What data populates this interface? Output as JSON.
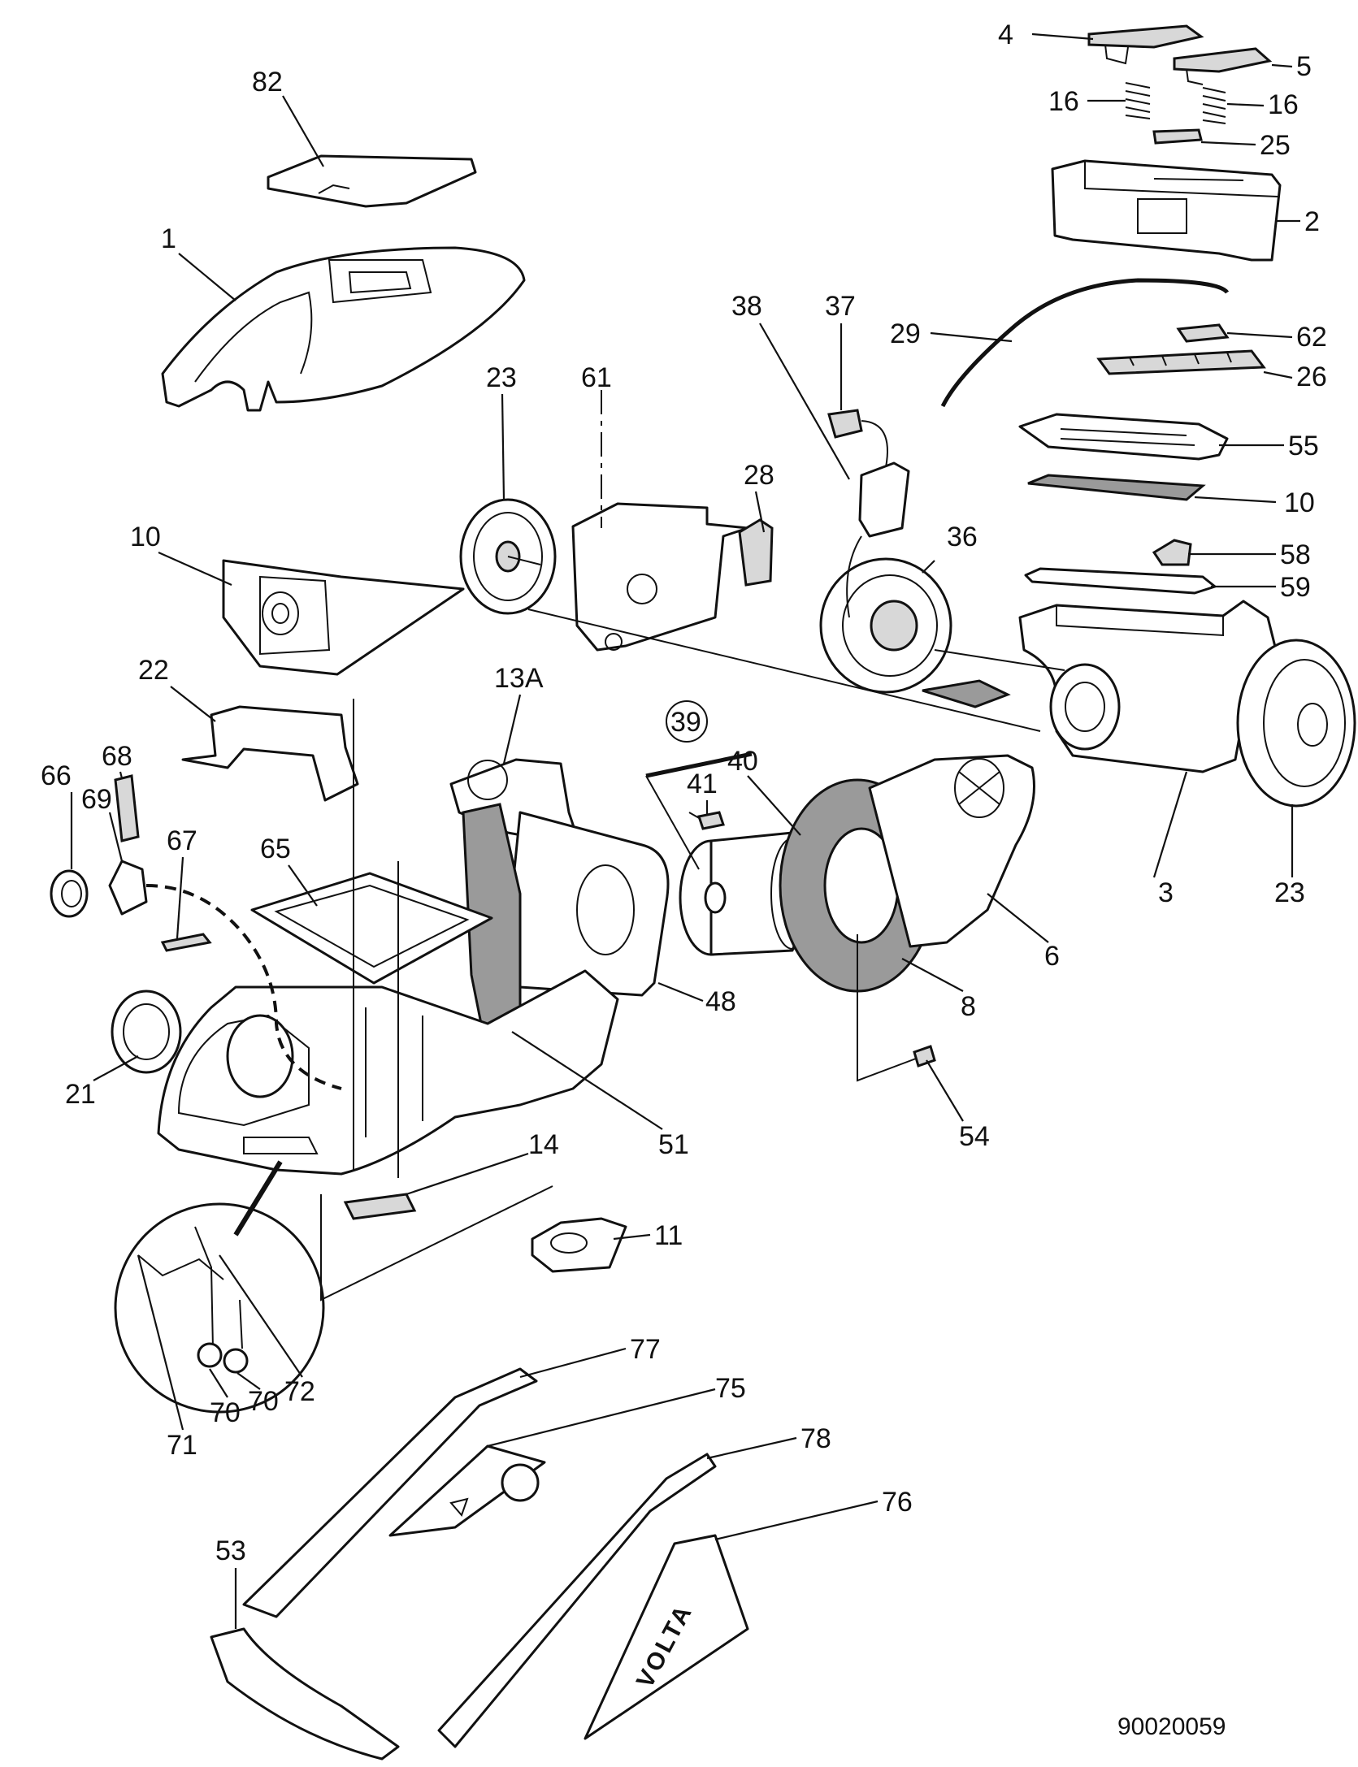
{
  "diagram": {
    "document_number": "90020059",
    "brand_marking": "VOLTA",
    "circled_label": "39",
    "callouts": [
      {
        "id": "82",
        "label": "82"
      },
      {
        "id": "1",
        "label": "1"
      },
      {
        "id": "4",
        "label": "4"
      },
      {
        "id": "5",
        "label": "5"
      },
      {
        "id": "16a",
        "label": "16"
      },
      {
        "id": "16b",
        "label": "16"
      },
      {
        "id": "25",
        "label": "25"
      },
      {
        "id": "2",
        "label": "2"
      },
      {
        "id": "37",
        "label": "37"
      },
      {
        "id": "38",
        "label": "38"
      },
      {
        "id": "29",
        "label": "29"
      },
      {
        "id": "62",
        "label": "62"
      },
      {
        "id": "26",
        "label": "26"
      },
      {
        "id": "55",
        "label": "55"
      },
      {
        "id": "10b",
        "label": "10"
      },
      {
        "id": "58",
        "label": "58"
      },
      {
        "id": "59",
        "label": "59"
      },
      {
        "id": "23a",
        "label": "23"
      },
      {
        "id": "61",
        "label": "61"
      },
      {
        "id": "28",
        "label": "28"
      },
      {
        "id": "36",
        "label": "36"
      },
      {
        "id": "10a",
        "label": "10"
      },
      {
        "id": "22",
        "label": "22"
      },
      {
        "id": "13A",
        "label": "13A"
      },
      {
        "id": "66",
        "label": "66"
      },
      {
        "id": "68",
        "label": "68"
      },
      {
        "id": "69",
        "label": "69"
      },
      {
        "id": "67",
        "label": "67"
      },
      {
        "id": "65",
        "label": "65"
      },
      {
        "id": "41",
        "label": "41"
      },
      {
        "id": "40",
        "label": "40"
      },
      {
        "id": "3",
        "label": "3"
      },
      {
        "id": "23b",
        "label": "23"
      },
      {
        "id": "6",
        "label": "6"
      },
      {
        "id": "8",
        "label": "8"
      },
      {
        "id": "48",
        "label": "48"
      },
      {
        "id": "21",
        "label": "21"
      },
      {
        "id": "51",
        "label": "51"
      },
      {
        "id": "54",
        "label": "54"
      },
      {
        "id": "14",
        "label": "14"
      },
      {
        "id": "11",
        "label": "11"
      },
      {
        "id": "72",
        "label": "72"
      },
      {
        "id": "70a",
        "label": "70"
      },
      {
        "id": "70b",
        "label": "70"
      },
      {
        "id": "71",
        "label": "71"
      },
      {
        "id": "77",
        "label": "77"
      },
      {
        "id": "75",
        "label": "75"
      },
      {
        "id": "78",
        "label": "78"
      },
      {
        "id": "76",
        "label": "76"
      },
      {
        "id": "53",
        "label": "53"
      }
    ]
  }
}
